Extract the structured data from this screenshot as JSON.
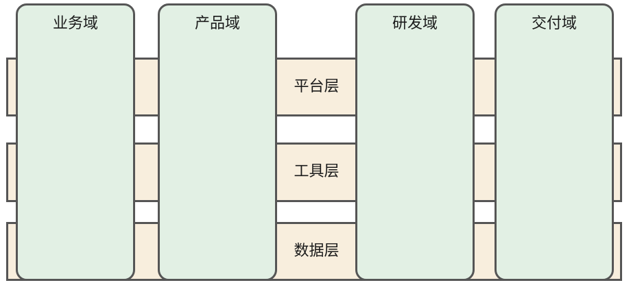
{
  "layers": [
    {
      "label": "平台层"
    },
    {
      "label": "工具层"
    },
    {
      "label": "数据层"
    }
  ],
  "domains": [
    {
      "label": "业务域"
    },
    {
      "label": "产品域"
    },
    {
      "label": "研发域"
    },
    {
      "label": "交付域"
    }
  ],
  "colors": {
    "layer_fill": "#f8eedd",
    "domain_fill": "#e2f0e4",
    "border": "#555555",
    "text": "#1a1a1a"
  }
}
